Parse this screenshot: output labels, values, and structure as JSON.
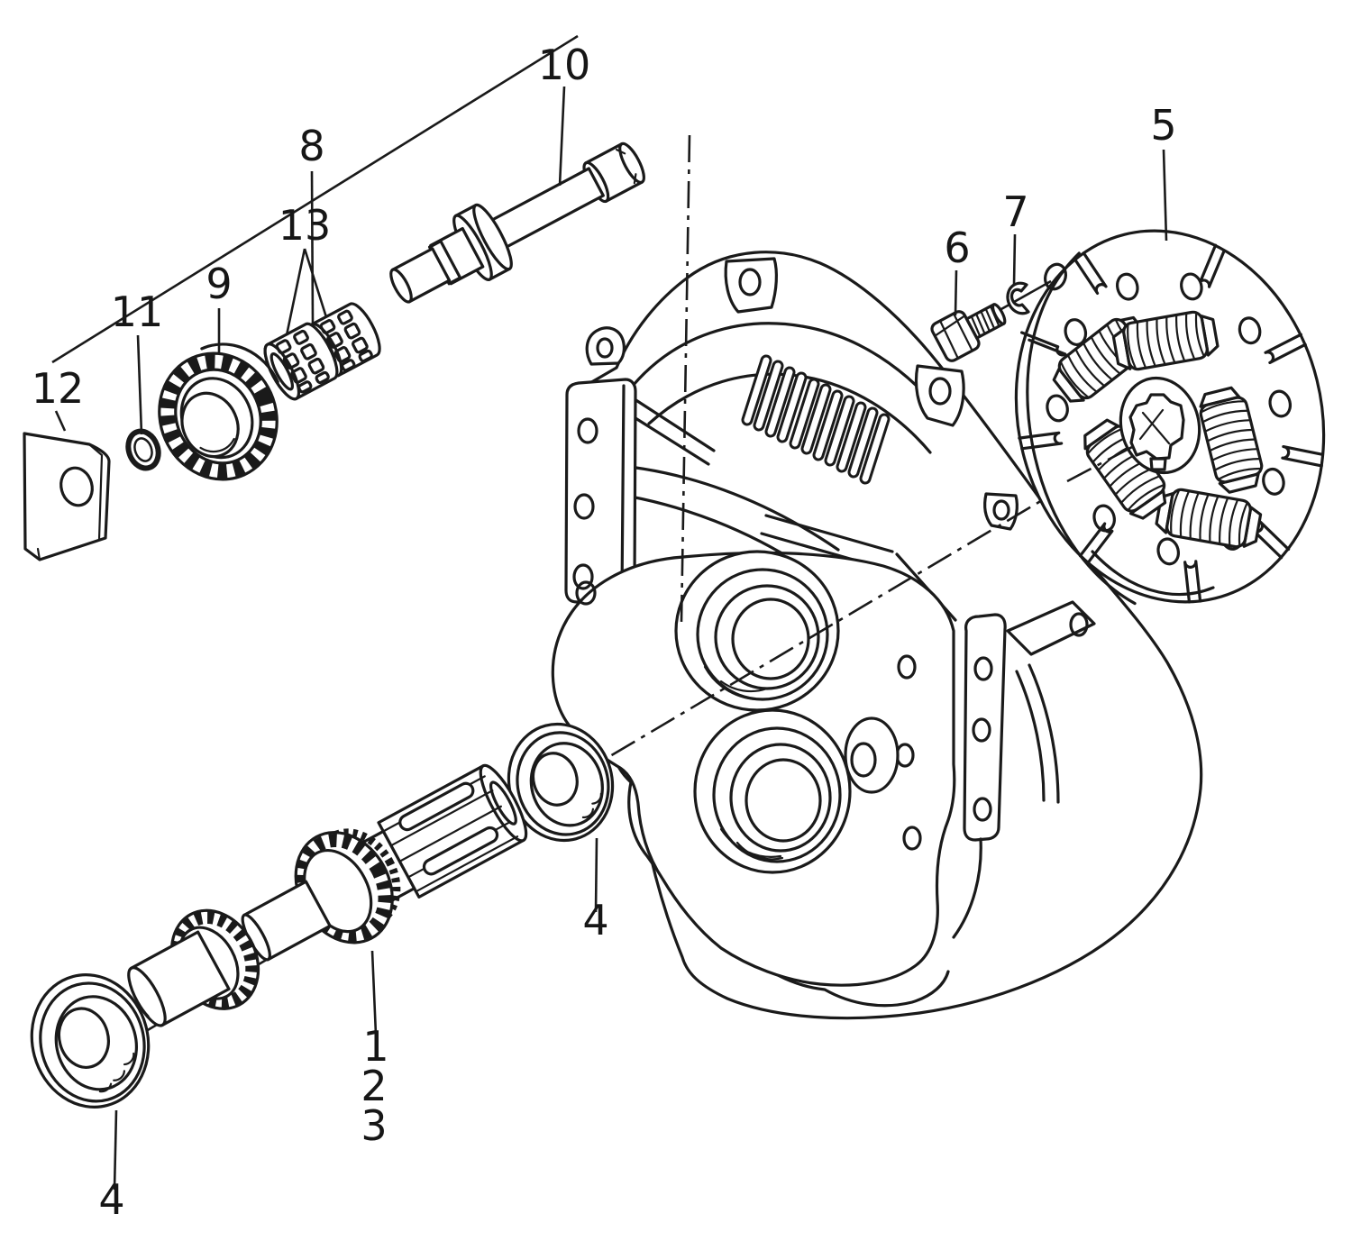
{
  "figure": {
    "type": "exploded-parts-diagram",
    "subject": "clutch-and-transmission-input-assembly",
    "background_color": "#ffffff",
    "line_color": "#1a1a1a"
  },
  "callouts": [
    {
      "number": "10"
    },
    {
      "number": "8"
    },
    {
      "number": "13"
    },
    {
      "number": "9"
    },
    {
      "number": "11"
    },
    {
      "number": "12"
    },
    {
      "number": "5"
    },
    {
      "number": "6"
    },
    {
      "number": "7"
    },
    {
      "number": "4"
    },
    {
      "number": "4"
    },
    {
      "number": "1"
    },
    {
      "number": "2"
    },
    {
      "number": "3"
    }
  ]
}
